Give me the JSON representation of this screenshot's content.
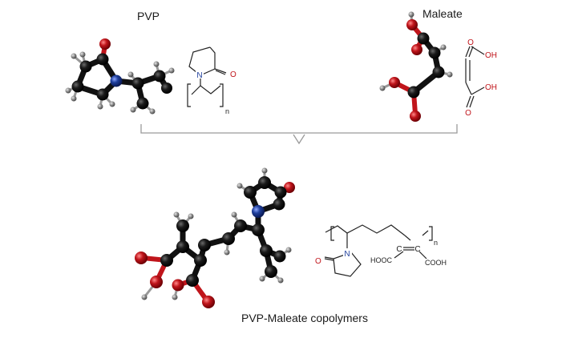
{
  "labels": {
    "pvp": "PVP",
    "maleate": "Maleate",
    "copolymer": "PVP-Maleate copolymers"
  },
  "structure_text": {
    "pvp_n": "N",
    "pvp_o": "O",
    "pvp_sub": "n",
    "maleate_oh_top": "OH",
    "maleate_oh_bottom": "OH",
    "maleate_o_top": "O",
    "maleate_o_bottom": "O",
    "co_n": "N",
    "co_o": "O",
    "co_sub": "n",
    "co_hooc": "HOOC",
    "co_cooh": "COOH",
    "co_c1": "C",
    "co_c2": "C"
  },
  "colors": {
    "carbon": "#111111",
    "oxygen": "#c0151b",
    "nitrogen": "#1f3f9c",
    "hydrogen": "#8a8a8a",
    "bracket_arrow": "#9a9a9a"
  }
}
